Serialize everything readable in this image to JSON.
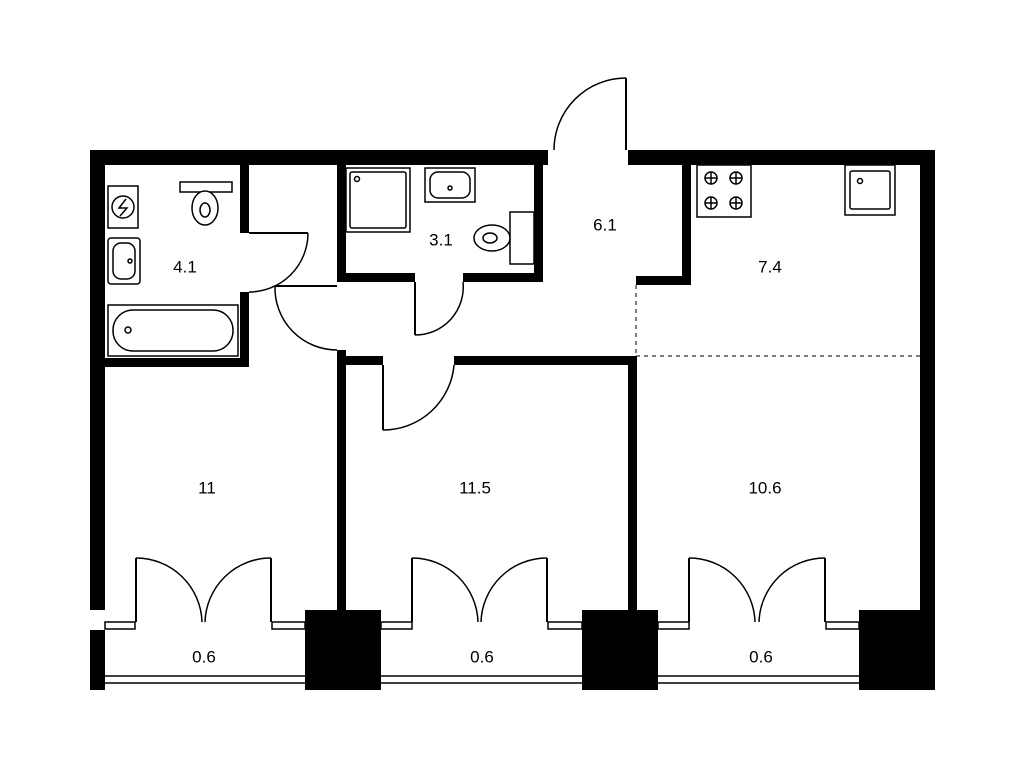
{
  "rooms": {
    "bathroom": "4.1",
    "wc": "3.1",
    "hall": "6.1",
    "kitchen": "7.4",
    "bedroom_left": "11",
    "bedroom_middle": "11.5",
    "living_room": "10.6",
    "balcony_left": "0.6",
    "balcony_middle": "0.6",
    "balcony_right": "0.6"
  },
  "icons": {
    "washing_machine": "washing-machine-icon",
    "toilet": "toilet-icon",
    "sink": "sink-icon",
    "bathtub": "bathtub-icon",
    "shower": "shower-tray-icon",
    "stove": "stove-icon"
  }
}
